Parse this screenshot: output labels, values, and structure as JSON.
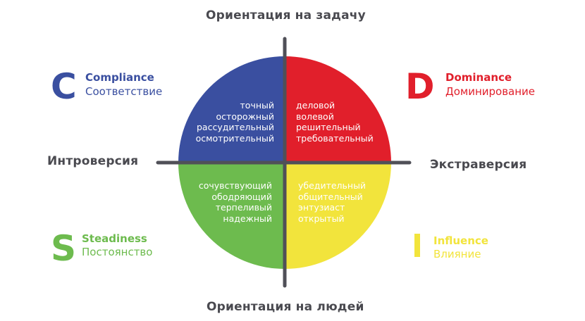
{
  "axes": {
    "top": "Ориентация на задачу",
    "bottom": "Ориентация на людей",
    "left": "Интроверсия",
    "right": "Экстраверсия"
  },
  "colors": {
    "compliance": "#3a4fa0",
    "dominance": "#e11f2b",
    "steadiness": "#6dbb4e",
    "influence": "#f2e43c",
    "axis": "#505058"
  },
  "types": {
    "compliance": {
      "letter": "C",
      "en": "Compliance",
      "ru": "Соответствие",
      "traits": [
        "точный",
        "осторожный",
        "рассудительный",
        "осмотрительный"
      ]
    },
    "dominance": {
      "letter": "D",
      "en": "Dominance",
      "ru": "Доминирование",
      "traits": [
        "деловой",
        "волевой",
        "решительный",
        "требовательный"
      ]
    },
    "steadiness": {
      "letter": "S",
      "en": "Steadiness",
      "ru": "Постоянство",
      "traits": [
        "сочувствующий",
        "ободряющий",
        "терпеливый",
        "надежный"
      ]
    },
    "influence": {
      "letter": "I",
      "en": "Influence",
      "ru": "Влияние",
      "traits": [
        "убедительный",
        "общительный",
        "энтузиаст",
        "открытый"
      ]
    }
  }
}
